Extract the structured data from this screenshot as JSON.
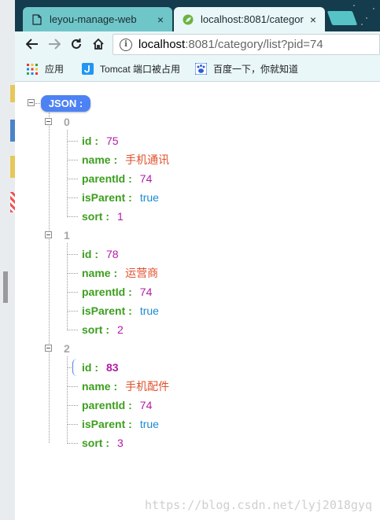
{
  "browser": {
    "tabs": [
      {
        "title": "leyou-manage-web",
        "active": false
      },
      {
        "title": "localhost:8081/categor",
        "active": true
      }
    ],
    "close_glyph": "×",
    "url_host": "localhost",
    "url_path": ":8081/category/list?pid=74",
    "bookmarks": [
      {
        "label": "应用",
        "icon": "apps-grid-icon"
      },
      {
        "label": "Tomcat 端口被占用",
        "icon": "tomcat-j-icon"
      },
      {
        "label": "百度一下，你就知道",
        "icon": "baidu-paw-icon"
      }
    ]
  },
  "json_view": {
    "root_label": "JSON :",
    "items": [
      {
        "index": "0",
        "fields": [
          {
            "key": "id",
            "value": "75",
            "type": "number"
          },
          {
            "key": "name",
            "value": "手机通讯",
            "type": "string"
          },
          {
            "key": "parentId",
            "value": "74",
            "type": "number"
          },
          {
            "key": "isParent",
            "value": "true",
            "type": "boolean"
          },
          {
            "key": "sort",
            "value": "1",
            "type": "number"
          }
        ]
      },
      {
        "index": "1",
        "fields": [
          {
            "key": "id",
            "value": "78",
            "type": "number"
          },
          {
            "key": "name",
            "value": "运营商",
            "type": "string"
          },
          {
            "key": "parentId",
            "value": "74",
            "type": "number"
          },
          {
            "key": "isParent",
            "value": "true",
            "type": "boolean"
          },
          {
            "key": "sort",
            "value": "2",
            "type": "number"
          }
        ]
      },
      {
        "index": "2",
        "fields": [
          {
            "key": "id",
            "value": "83",
            "type": "number"
          },
          {
            "key": "name",
            "value": "手机配件",
            "type": "string"
          },
          {
            "key": "parentId",
            "value": "74",
            "type": "number"
          },
          {
            "key": "isParent",
            "value": "true",
            "type": "boolean"
          },
          {
            "key": "sort",
            "value": "3",
            "type": "number"
          }
        ]
      }
    ]
  },
  "watermark": "https://blog.csdn.net/lyj2018gyq",
  "colors": {
    "key": "#3c9f1e",
    "number": "#b21aa8",
    "string": "#e0512d",
    "boolean": "#1a8ad4",
    "root_badge": "#4d82f4"
  }
}
